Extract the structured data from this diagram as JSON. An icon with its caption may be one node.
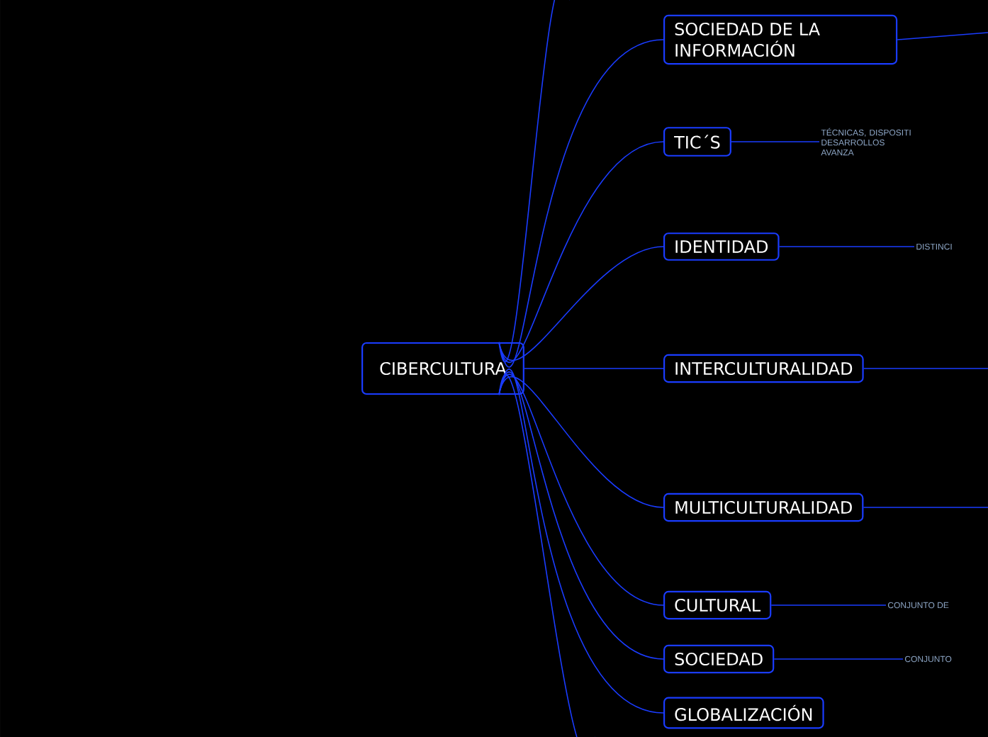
{
  "diagram": {
    "nodes": [
      {
        "text": [
          "CIBERCULTURA"
        ]
      },
      {
        "text": [
          "SOCIEDAD DE LA INFORMACIÓN"
        ]
      },
      {
        "text": [
          "TIC´S"
        ]
      },
      {
        "text": [
          "IDENTIDAD"
        ]
      },
      {
        "text": [
          "INTERCULTURALIDAD"
        ]
      },
      {
        "text": [
          "MULTICULTURALIDAD"
        ]
      },
      {
        "text": [
          "CULTURAL"
        ]
      },
      {
        "text": [
          "SOCIEDAD"
        ]
      },
      {
        "text": [
          "GLOBALIZACIÓN"
        ]
      },
      {
        "text": [
          "TÉCNICAS, DISPOSITI DESARROLLOS AVANZA"
        ]
      },
      {
        "text": [
          "DISTINCI"
        ]
      },
      {
        "text": [
          "CONJUNTO DE"
        ]
      },
      {
        "text": [
          "CONJUNTO"
        ]
      }
    ],
    "edges": [
      {
        "from": 0,
        "to": null,
        "arrow": "none"
      },
      {
        "from": 0,
        "to": 1,
        "arrow": "none"
      },
      {
        "from": 0,
        "to": 2,
        "arrow": "none"
      },
      {
        "from": 0,
        "to": 3,
        "arrow": "none"
      },
      {
        "from": 0,
        "to": 4,
        "arrow": "none"
      },
      {
        "from": 0,
        "to": 5,
        "arrow": "none"
      },
      {
        "from": 0,
        "to": 6,
        "arrow": "none"
      },
      {
        "from": 0,
        "to": 7,
        "arrow": "none"
      },
      {
        "from": 0,
        "to": 8,
        "arrow": "none"
      },
      {
        "from": 0,
        "to": null,
        "arrow": "none"
      },
      {
        "from": 1,
        "to": null,
        "arrow": "none"
      },
      {
        "from": 2,
        "to": 9,
        "arrow": "none"
      },
      {
        "from": 3,
        "to": 10,
        "arrow": "none"
      },
      {
        "from": 4,
        "to": null,
        "arrow": "none"
      },
      {
        "from": 5,
        "to": null,
        "arrow": "none"
      },
      {
        "from": 6,
        "to": 11,
        "arrow": "none"
      },
      {
        "from": 7,
        "to": 12,
        "arrow": "none"
      }
    ]
  }
}
